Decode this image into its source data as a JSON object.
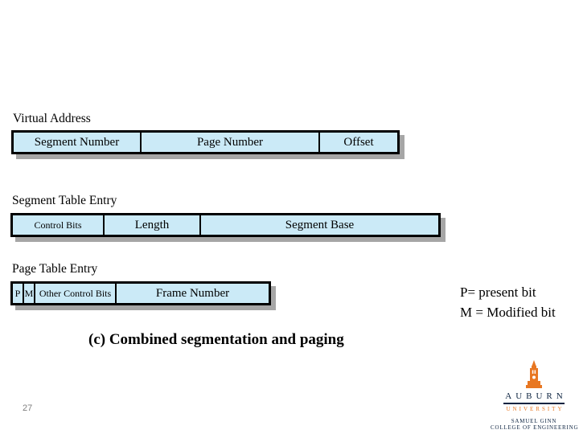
{
  "colors": {
    "cell_fill": "#CBEAF7",
    "table_border": "#000000",
    "table_shadow": "#A6A6A6",
    "auburn_navy": "#0C2340",
    "auburn_orange": "#E87722",
    "page_number_gray": "#7F7F7F"
  },
  "sections": [
    {
      "label": "Virtual Address",
      "cells": [
        {
          "text": "Segment Number"
        },
        {
          "text": "Page Number"
        },
        {
          "text": "Offset"
        }
      ]
    },
    {
      "label": "Segment Table Entry",
      "cells": [
        {
          "text": "Control Bits"
        },
        {
          "text": "Length"
        },
        {
          "text": "Segment Base"
        }
      ]
    },
    {
      "label": "Page Table Entry",
      "cells": [
        {
          "text": "P"
        },
        {
          "text": "M"
        },
        {
          "text": "Other Control Bits"
        },
        {
          "text": "Frame Number"
        }
      ]
    }
  ],
  "legend": {
    "line1": "P= present bit",
    "line2": "M = Modified bit"
  },
  "caption": "(c) Combined segmentation and paging",
  "page_number": "27",
  "logo": {
    "university_name": "AUBURN",
    "university_subtitle": "UNIVERSITY",
    "college_line1": "SAMUEL GINN",
    "college_line2": "COLLEGE OF ENGINEERING"
  }
}
